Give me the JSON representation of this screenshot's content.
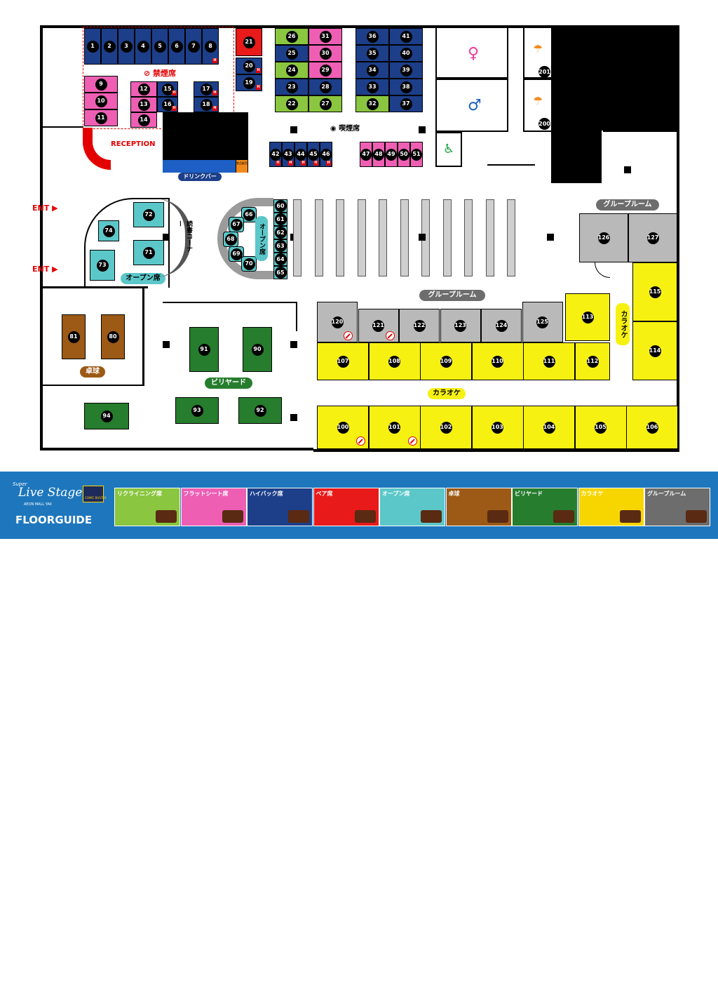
{
  "labels": {
    "no_smoking": "禁煙席",
    "smoking": "喫煙席",
    "reception": "RECEPTION",
    "drink_bar": "ドリンクバー",
    "ent": "ENT",
    "open_seat": "オープン席",
    "group_room": "グループルーム",
    "karaoke": "カラオケ",
    "billiards": "ビリヤード",
    "table_tennis": "卓球",
    "reading_corner": "読書コーナー",
    "small_sign": "食品販売",
    "h": "H"
  },
  "seats": {
    "top_row": [
      "1",
      "2",
      "3",
      "4",
      "5",
      "6",
      "7",
      "8"
    ],
    "pink_col": [
      "9",
      "10",
      "11"
    ],
    "pink_mid": [
      "12",
      "13",
      "14"
    ],
    "blue_mid": [
      "15",
      "16"
    ],
    "blue_right": [
      "17",
      "18"
    ],
    "small_col": [
      "21",
      "20",
      "19"
    ],
    "grid_a": [
      "26",
      "31",
      "25",
      "30",
      "24",
      "29",
      "23",
      "28",
      "22",
      "27"
    ],
    "grid_b": [
      "36",
      "41",
      "35",
      "40",
      "34",
      "39",
      "33",
      "38",
      "32",
      "37"
    ],
    "row_blue": [
      "42",
      "43",
      "44",
      "45",
      "46"
    ],
    "row_pink": [
      "47",
      "48",
      "49",
      "50",
      "51"
    ],
    "curve_left": [
      "66",
      "67",
      "68",
      "69",
      "70"
    ],
    "curve_right": [
      "60",
      "61",
      "62",
      "63",
      "64",
      "65"
    ],
    "open_teal": [
      "72",
      "74",
      "71",
      "73"
    ],
    "table_tennis": [
      "81",
      "80"
    ],
    "billiards": [
      "91",
      "90",
      "93",
      "92",
      "94"
    ],
    "group_top": [
      "120",
      "121",
      "122",
      "123",
      "124",
      "125"
    ],
    "group_right": [
      "126",
      "127"
    ],
    "karaoke_mid": [
      "107",
      "108",
      "109",
      "110",
      "111",
      "112"
    ],
    "karaoke_right": [
      "113",
      "115",
      "114"
    ],
    "karaoke_bottom": [
      "100",
      "101",
      "102",
      "103",
      "104",
      "105",
      "106"
    ],
    "restroom": [
      "201",
      "200"
    ]
  },
  "brand": {
    "super": "Super",
    "name": "Live Stage",
    "sub": "AEON MALL YAII",
    "comic": "COMIC BUSTER",
    "title": "FLOORGUIDE"
  },
  "legend": [
    {
      "label": "リクライニング席",
      "color": "#8ac63f",
      "icon": "recliner-chair-icon"
    },
    {
      "label": "フラットシート席",
      "color": "#ee5fb4",
      "icon": "flat-mat-icon"
    },
    {
      "label": "ハイバック席",
      "color": "#1d3f8a",
      "icon": "office-chair-icon"
    },
    {
      "label": "ペア席",
      "color": "#e81a1a",
      "icon": "sofa-icon"
    },
    {
      "label": "オープン席",
      "color": "#5cc7c9",
      "icon": "armchair-icon"
    },
    {
      "label": "卓球",
      "color": "#9c5a16",
      "icon": "ping-pong-icon"
    },
    {
      "label": "ビリヤード",
      "color": "#267d2d",
      "icon": "billiard-balls-icon"
    },
    {
      "label": "カラオケ",
      "color": "#f7d600",
      "icon": "microphone-icon"
    },
    {
      "label": "グループルーム",
      "color": "#6d6d6d",
      "icon": "sofa-icon"
    }
  ]
}
